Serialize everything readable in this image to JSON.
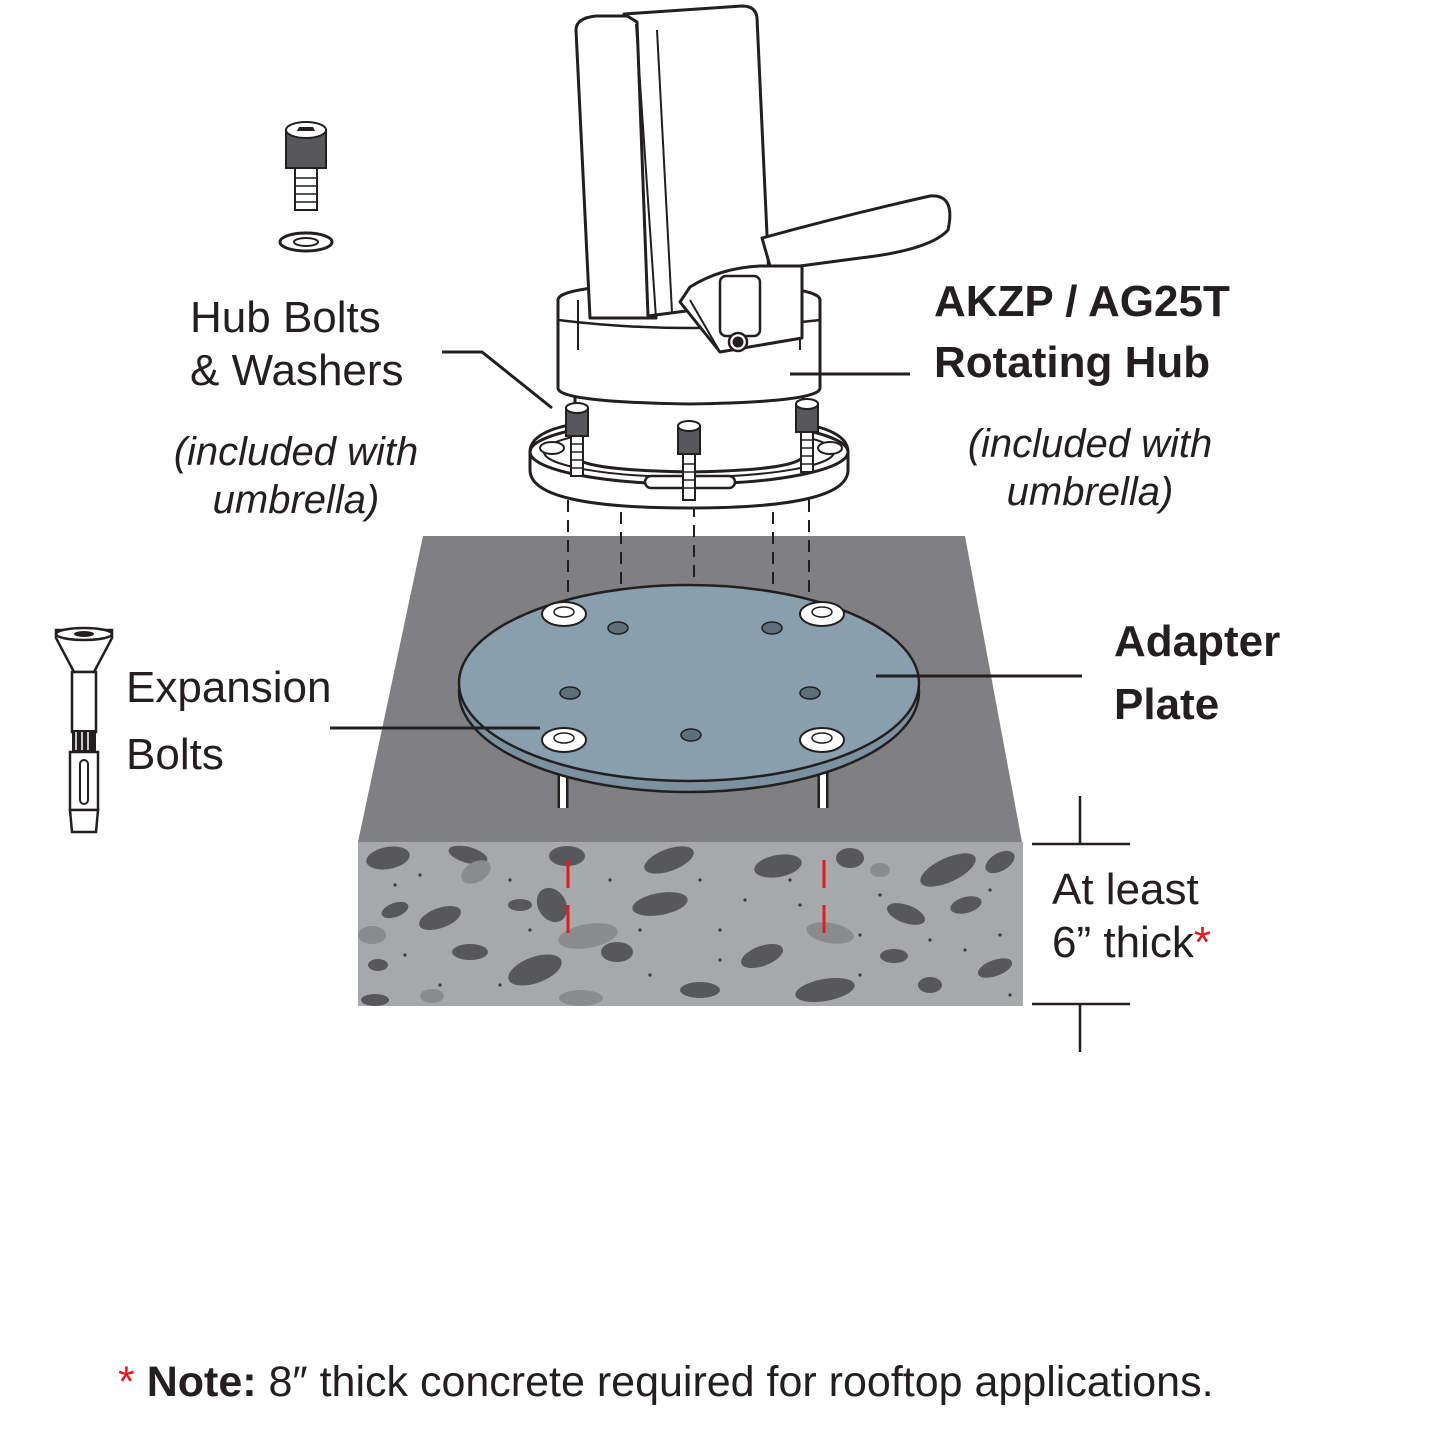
{
  "labels": {
    "hub_bolts_line1": "Hub Bolts",
    "hub_bolts_line2": "& Washers",
    "hub_bolts_note_line1": "(included with",
    "hub_bolts_note_line2": "umbrella)",
    "hub_title_line1": "AKZP / AG25T",
    "hub_title_line2": "Rotating Hub",
    "hub_note_line1": "(included with",
    "hub_note_line2": "umbrella)",
    "adapter_line1": "Adapter",
    "adapter_line2": "Plate",
    "expansion_line1": "Expansion",
    "expansion_line2": "Bolts",
    "thickness_line1": "At least",
    "thickness_line2": "6” thick",
    "thickness_asterisk": "*"
  },
  "footnote": {
    "asterisk": "*",
    "bold": "Note:",
    "text": "8″ thick concrete required for rooftop applications."
  },
  "colors": {
    "ink": "#231f20",
    "accent_red": "#e11b22",
    "plate_blue": "#8a9fad",
    "concrete_top": "#808082",
    "concrete_side": "#a7a8aa",
    "stone_dark": "#58585a",
    "stone_light": "#8a8b8d"
  },
  "icons": [
    "socket-cap-bolt-icon",
    "washer-icon",
    "expansion-bolt-icon",
    "rotating-hub-icon",
    "adapter-plate-icon",
    "concrete-slab-icon"
  ]
}
